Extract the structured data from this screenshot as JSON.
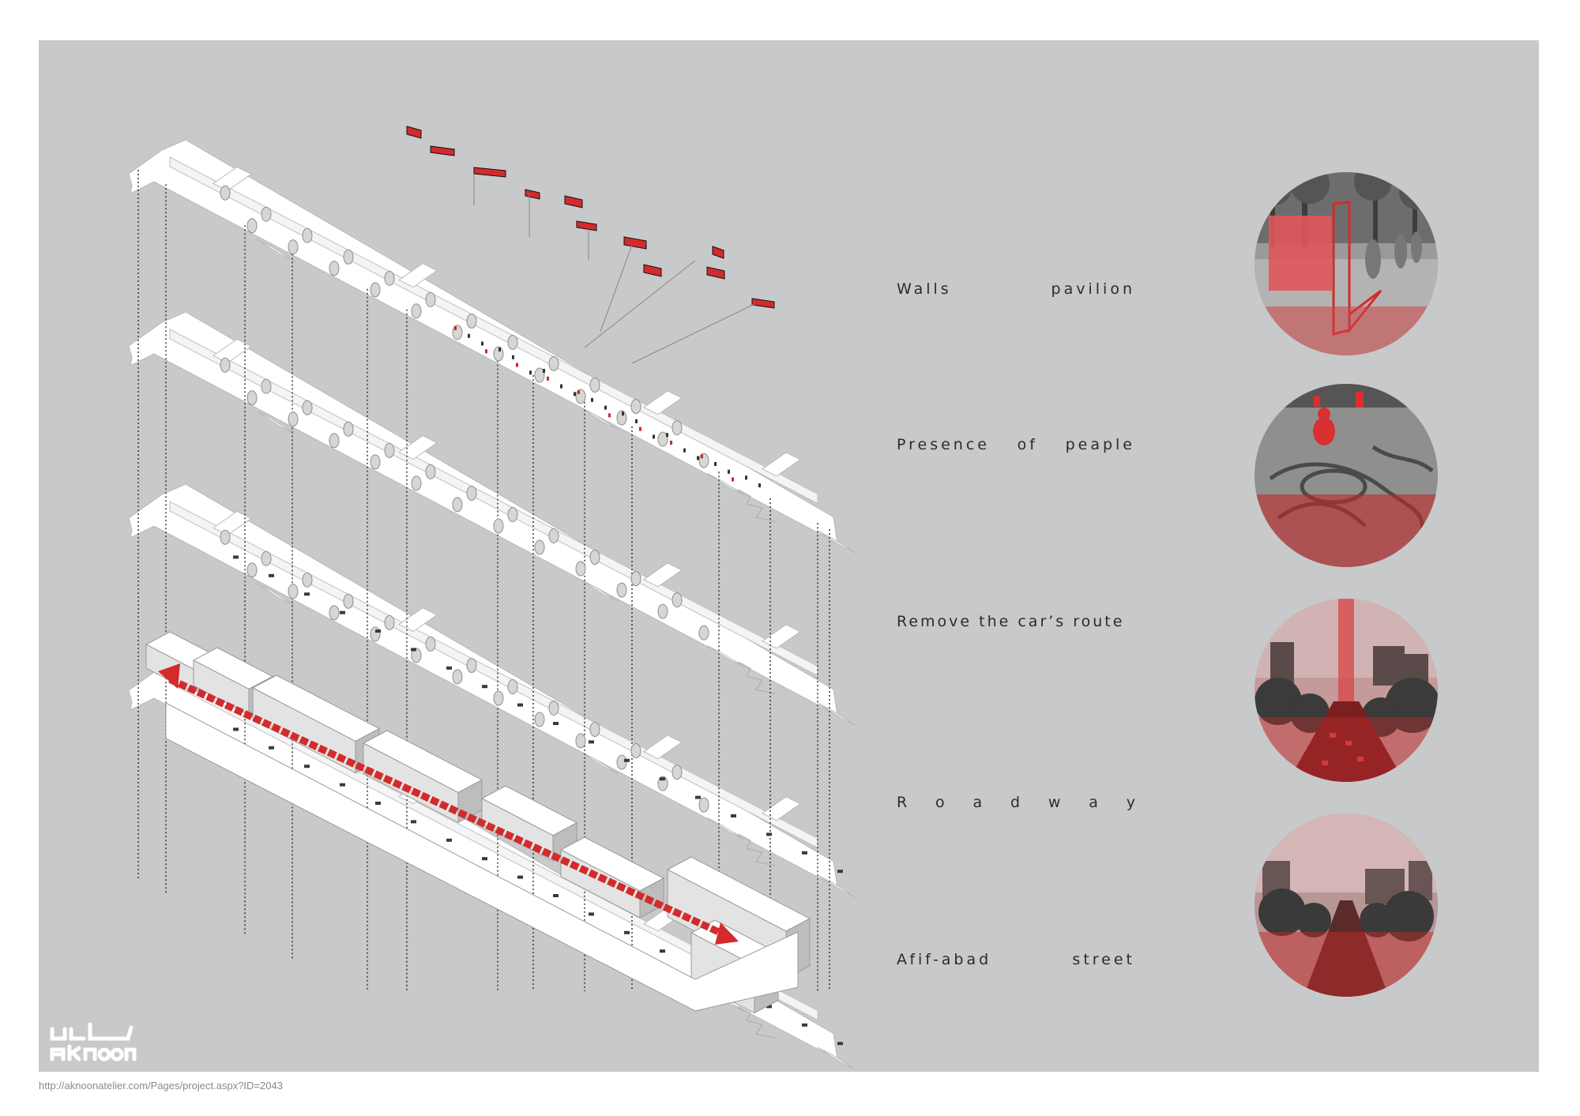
{
  "layers": [
    {
      "id": "walls-pavilion",
      "label_words": [
        "Walls",
        "pavilion"
      ]
    },
    {
      "id": "presence-of-people",
      "label_words": [
        "Presence",
        "of",
        "peaple"
      ]
    },
    {
      "id": "remove-car-route",
      "label_words": [
        "Remove the car’s route"
      ]
    },
    {
      "id": "roadway",
      "label_words": [
        "R",
        "o",
        "a",
        "d",
        "w",
        "a",
        "y"
      ]
    },
    {
      "id": "afif-abad-street",
      "label_words": [
        "Afif-abad",
        "street"
      ]
    }
  ],
  "footer": {
    "url": "http://aknoonatelier.com/Pages/project.aspx?ID=2043"
  },
  "logo": {
    "name": "aknoon-logo",
    "text": "aknoon"
  },
  "colors": {
    "board": "#c8c9cb",
    "accent_red": "#d32b2b",
    "slab": "#ffffff",
    "text": "#2b2b2b"
  }
}
